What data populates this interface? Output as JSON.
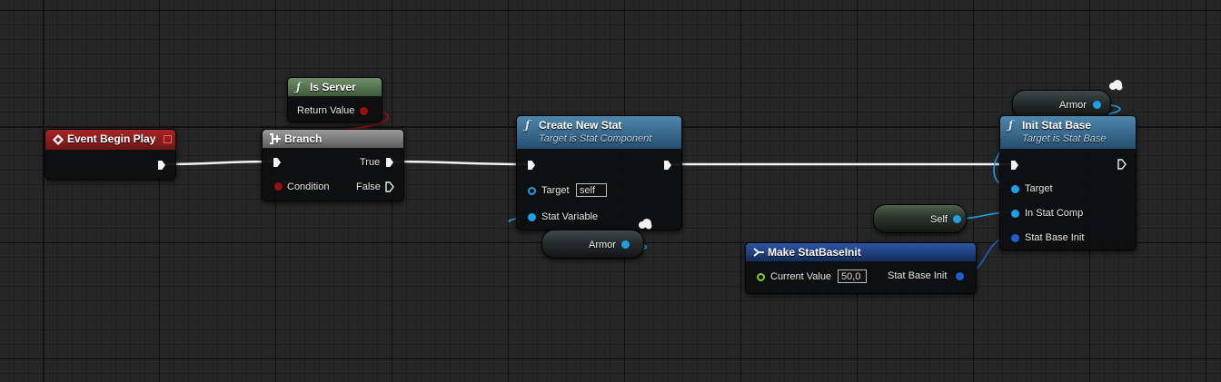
{
  "nodes": {
    "event_begin_play": {
      "title": "Event Begin Play"
    },
    "is_server": {
      "title": "Is Server",
      "return_value": "Return Value"
    },
    "branch": {
      "title": "Branch",
      "condition": "Condition",
      "true_label": "True",
      "false_label": "False"
    },
    "create_new_stat": {
      "title": "Create New Stat",
      "subtitle": "Target is Stat Component",
      "target_label": "Target",
      "target_value": "self",
      "stat_variable_label": "Stat Variable"
    },
    "armor_var_1": {
      "label": "Armor"
    },
    "make_stat_base_init": {
      "title": "Make StatBaseInit",
      "current_value_label": "Current Value",
      "current_value": "50,0",
      "output_label": "Stat Base Init"
    },
    "self_node": {
      "label": "Self"
    },
    "armor_var_2": {
      "label": "Armor"
    },
    "init_stat_base": {
      "title": "Init Stat Base",
      "subtitle": "Target is Stat Base",
      "target_label": "Target",
      "in_stat_comp_label": "In Stat Comp",
      "stat_base_init_label": "Stat Base Init"
    }
  },
  "colors": {
    "event_header": "#8c1b1b",
    "pure_header": "#5b7a55",
    "branch_header": "#777777",
    "function_header": "#3d6e91",
    "struct_header": "#1e3c7a",
    "exec_wire": "#f2f2f2",
    "object_pin": "#1e9fe6",
    "struct_pin": "#1d5fd0",
    "bool_pin": "#9a0f0f",
    "float_pin": "#7fd21f"
  },
  "icons": [
    "event-icon",
    "function-icon",
    "branch-icon",
    "make-struct-icon",
    "cloud-icon",
    "stop-icon"
  ]
}
